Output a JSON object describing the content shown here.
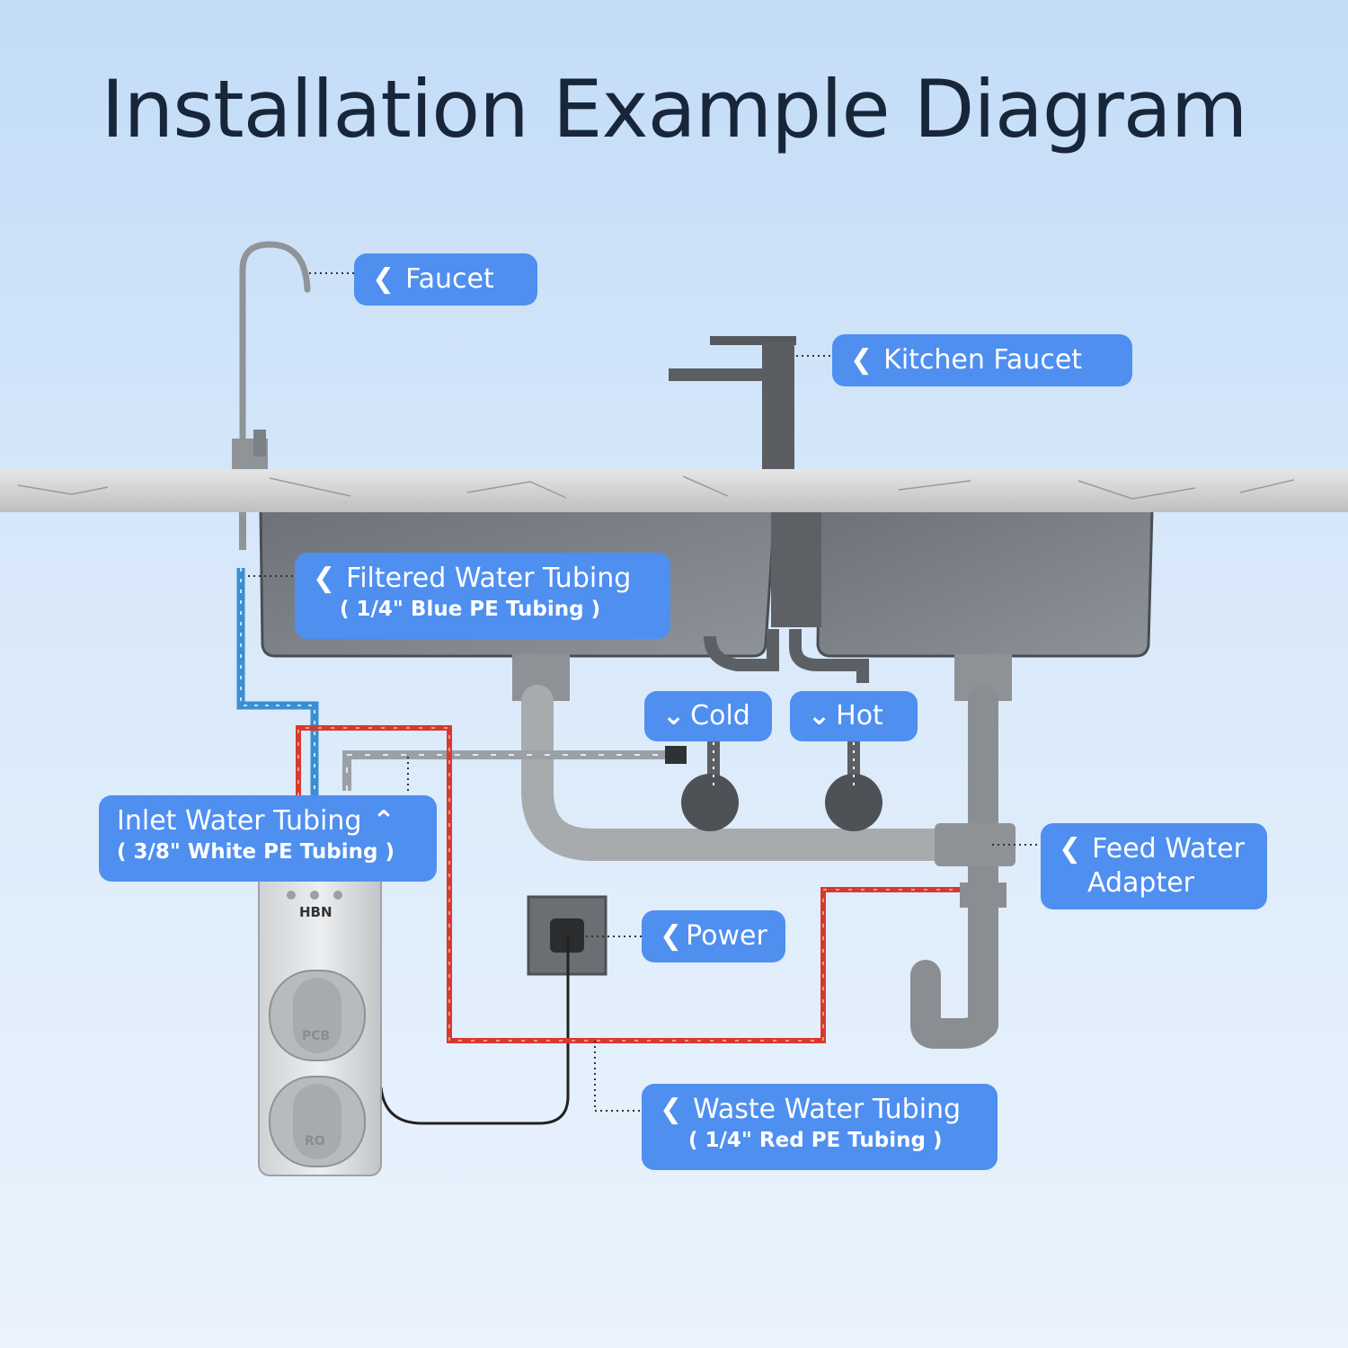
{
  "title": "Installation Example Diagram",
  "labels": {
    "faucet": "Faucet",
    "kitchen_faucet": "Kitchen Faucet",
    "filtered_tubing": "Filtered Water Tubing",
    "filtered_tubing_sub": "( 1/4\" Blue PE Tubing )",
    "cold": "Cold",
    "hot": "Hot",
    "inlet_tubing": "Inlet Water Tubing",
    "inlet_tubing_sub": "( 3/8\" White PE Tubing )",
    "feed_adapter_line1": "Feed Water",
    "feed_adapter_line2": "Adapter",
    "power": "Power",
    "waste_tubing": "Waste Water Tubing",
    "waste_tubing_sub": "( 1/4\" Red PE Tubing )"
  },
  "filter_unit": {
    "brand": "HBN",
    "cartridge_top": "PCB",
    "cartridge_bottom": "RO"
  },
  "colors": {
    "callout": "#4f8ff0",
    "filtered_tubing": "#3a8fd1",
    "waste_tubing": "#d8392f",
    "inlet_tubing": "#9aa0a6"
  }
}
